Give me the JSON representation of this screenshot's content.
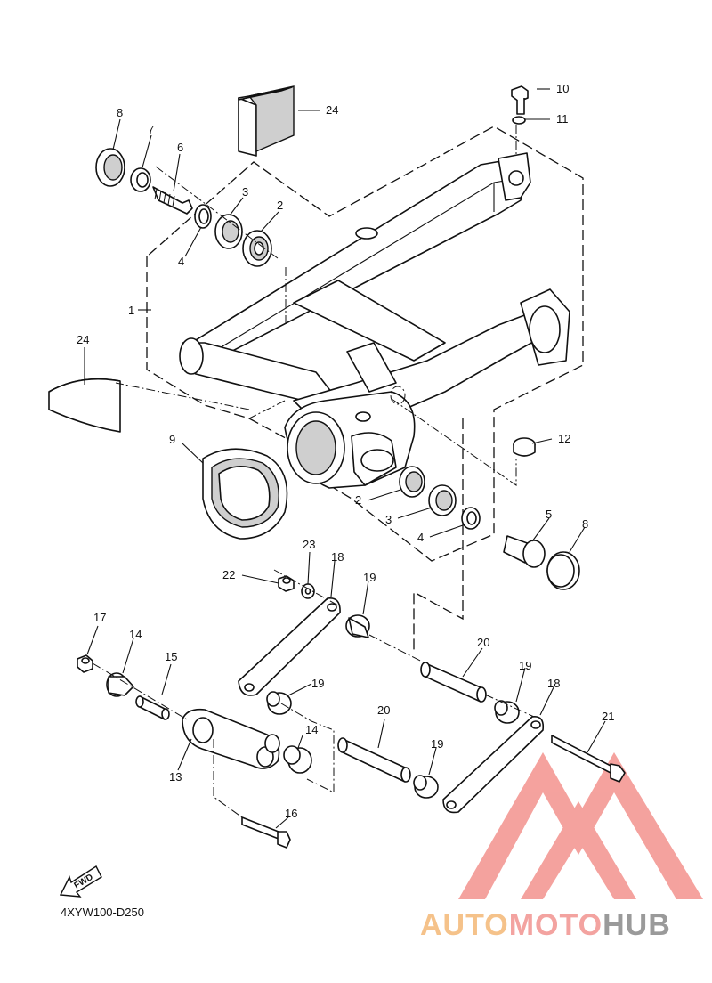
{
  "diagram_code": "4XYW100-D250",
  "fwd_label": "FWD",
  "watermark": {
    "part1": "AUTO",
    "part2": "MOTO",
    "part3": "HUB",
    "color1": "#f5c28a",
    "color2": "#f3a3a0",
    "color3": "#9a9a9a",
    "logo_color": "#f28b86"
  },
  "callouts": {
    "c1": "1",
    "c2a": "2",
    "c2b": "2",
    "c3a": "3",
    "c3b": "3",
    "c4a": "4",
    "c4b": "4",
    "c5": "5",
    "c6": "6",
    "c7": "7",
    "c8a": "8",
    "c8b": "8",
    "c9": "9",
    "c10": "10",
    "c11": "11",
    "c12": "12",
    "c13": "13",
    "c14a": "14",
    "c14b": "14",
    "c15": "15",
    "c16": "16",
    "c17": "17",
    "c18a": "18",
    "c18b": "18",
    "c19a": "19",
    "c19b": "19",
    "c19c": "19",
    "c19d": "19",
    "c20a": "20",
    "c20b": "20",
    "c21": "21",
    "c22": "22",
    "c23": "23",
    "c24a": "24",
    "c24b": "24"
  }
}
